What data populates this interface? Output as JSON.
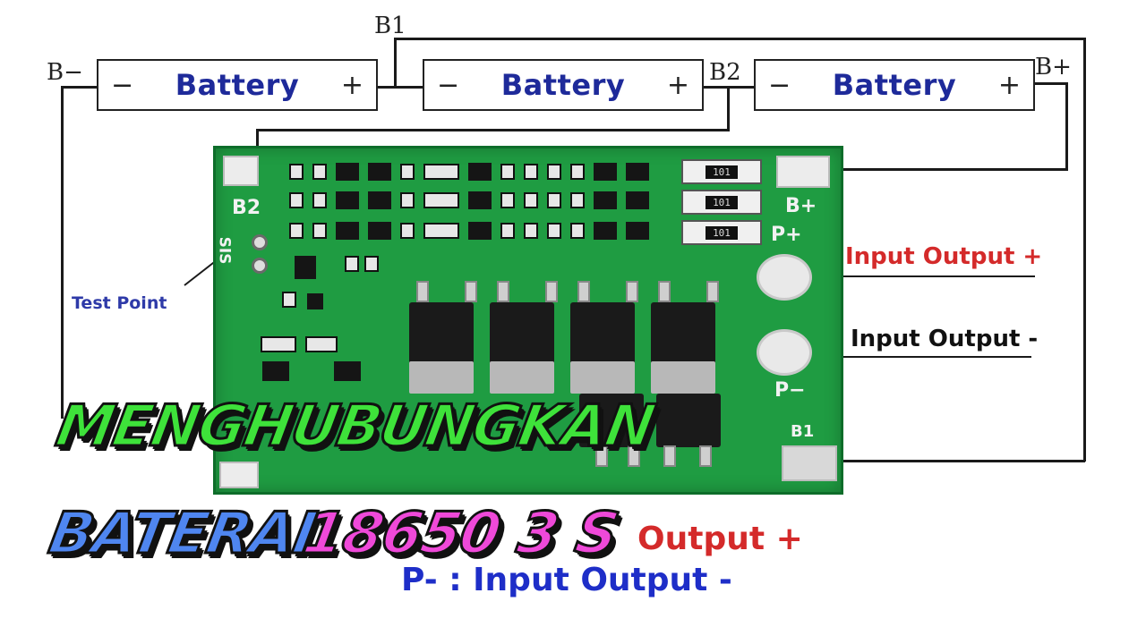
{
  "terminals": {
    "b_minus": "B−",
    "b1": "B1",
    "b2": "B2",
    "b_plus": "B+"
  },
  "batteries": [
    {
      "minus": "−",
      "label": "Battery",
      "plus": "+"
    },
    {
      "minus": "−",
      "label": "Battery",
      "plus": "+"
    },
    {
      "minus": "−",
      "label": "Battery",
      "plus": "+"
    }
  ],
  "board": {
    "b2": "B2",
    "b_plus": "B+",
    "p_plus": "P+",
    "p_minus": "P−",
    "b1": "B1",
    "sis": "SIS",
    "resistor_code": "101"
  },
  "labels": {
    "test_point": "Test Point",
    "input_output_plus": "Input Output +",
    "input_output_minus": "Input Output -"
  },
  "legend": {
    "line1": "Output +",
    "line2": "P- : Input Output -"
  },
  "title": {
    "line1": "MENGHUBUNGKAN",
    "line2a": "BATERAI",
    "line2b": "18650 3 S"
  },
  "colors": {
    "board": "#1f9c42",
    "battery_text": "#1e2a9a",
    "output_plus": "#d42a2a",
    "output_minus": "#111111",
    "title_green": "#3ee23a",
    "title_blue": "#4f86f0",
    "title_pink": "#ef49d9"
  }
}
